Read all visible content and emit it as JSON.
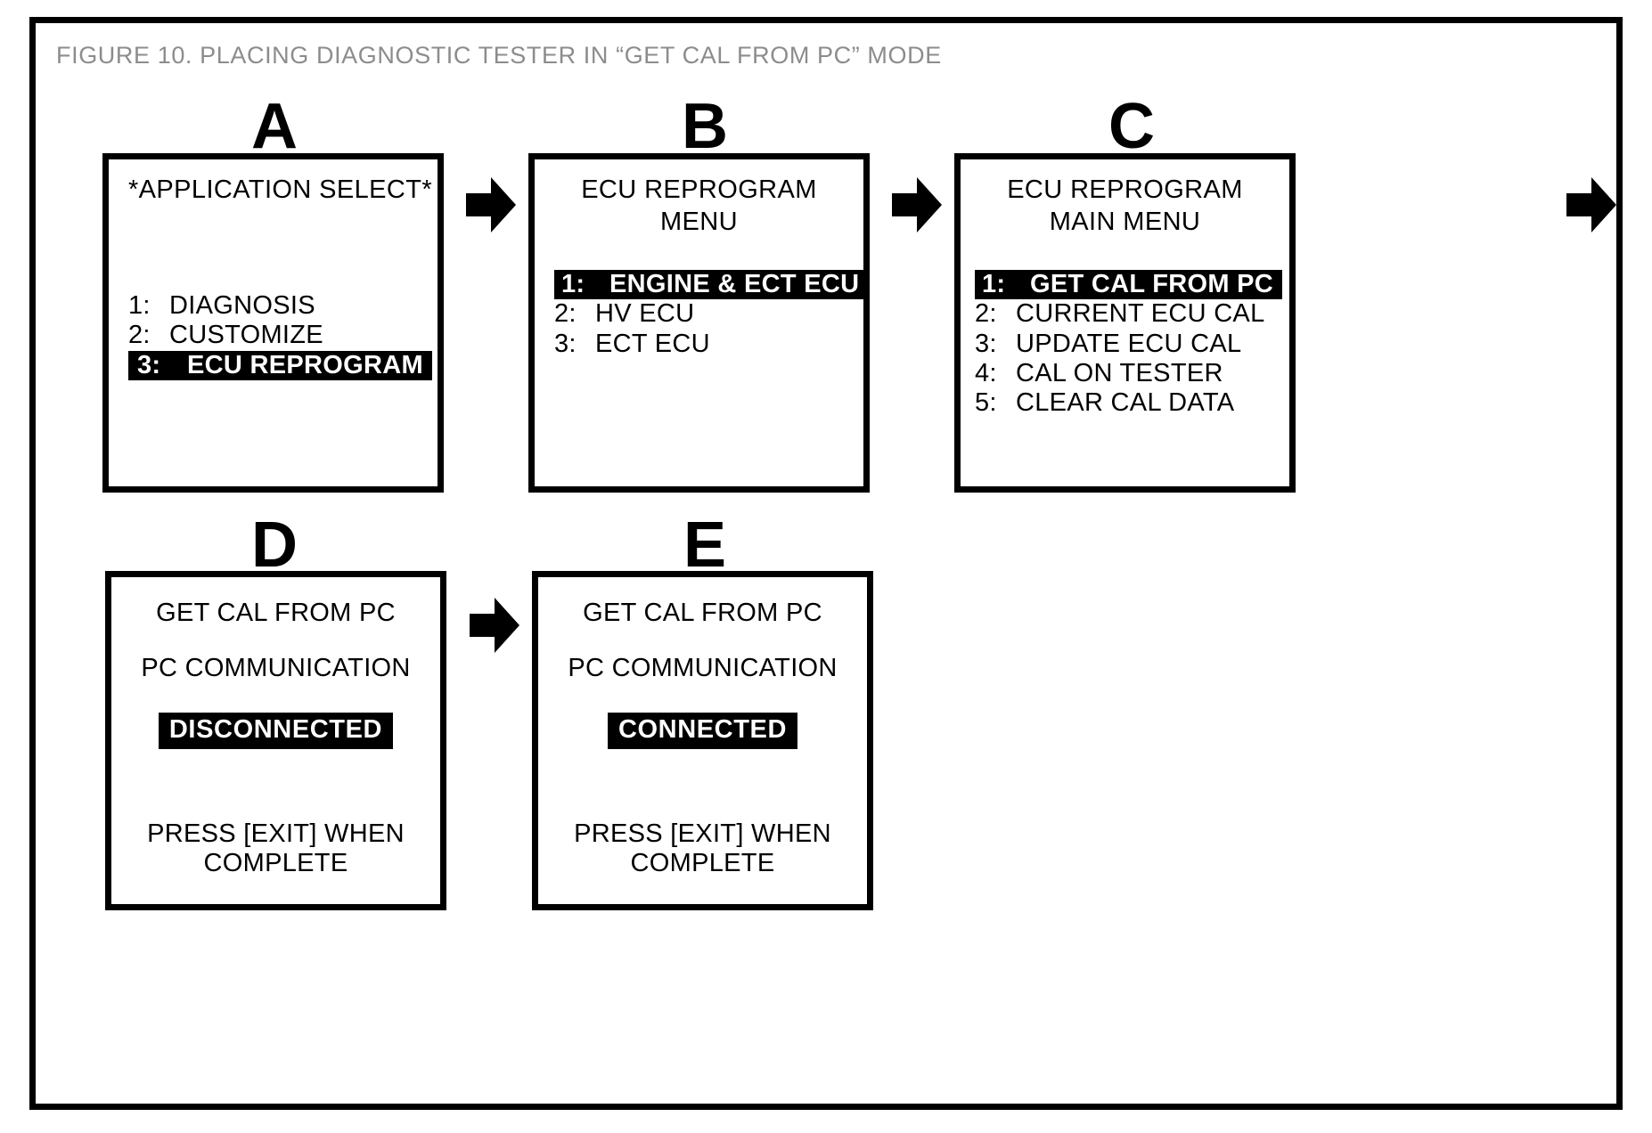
{
  "figure": {
    "title": "FIGURE 10.  PLACING DIAGNOSTIC TESTER IN “GET CAL FROM PC” MODE",
    "title_color": "#8c8c8c",
    "border_color": "#000000",
    "background": "#ffffff"
  },
  "steps": [
    {
      "letter": "A",
      "screen_type": "menu",
      "title_lines": [
        "*APPLICATION SELECT*"
      ],
      "title_align": "left",
      "items": [
        {
          "num": "1:",
          "label": "DIAGNOSIS",
          "selected": false
        },
        {
          "num": "2:",
          "label": "CUSTOMIZE",
          "selected": false
        },
        {
          "num": "3:",
          "label": "ECU REPROGRAM",
          "selected": true
        }
      ]
    },
    {
      "letter": "B",
      "screen_type": "menu",
      "title_lines": [
        "ECU REPROGRAM",
        "MENU"
      ],
      "title_align": "center",
      "items": [
        {
          "num": "1:",
          "label": "ENGINE & ECT ECU",
          "selected": true
        },
        {
          "num": "2:",
          "label": "HV ECU",
          "selected": false
        },
        {
          "num": "3:",
          "label": "ECT ECU",
          "selected": false
        }
      ]
    },
    {
      "letter": "C",
      "screen_type": "menu",
      "title_lines": [
        "ECU REPROGRAM",
        "MAIN MENU"
      ],
      "title_align": "center",
      "items": [
        {
          "num": "1:",
          "label": "GET CAL FROM PC",
          "selected": true
        },
        {
          "num": "2:",
          "label": "CURRENT ECU CAL",
          "selected": false
        },
        {
          "num": "3:",
          "label": "UPDATE ECU CAL",
          "selected": false
        },
        {
          "num": "4:",
          "label": "CAL ON TESTER",
          "selected": false
        },
        {
          "num": "5:",
          "label": "CLEAR CAL DATA",
          "selected": false
        }
      ]
    },
    {
      "letter": "D",
      "screen_type": "status",
      "heading": "GET CAL FROM PC",
      "subheading": "PC COMMUNICATION",
      "status_badge": "DISCONNECTED",
      "footer_line1": "PRESS [EXIT] WHEN",
      "footer_line2": "COMPLETE"
    },
    {
      "letter": "E",
      "screen_type": "status",
      "heading": "GET CAL FROM PC",
      "subheading": "PC COMMUNICATION",
      "status_badge": "CONNECTED",
      "footer_line1": "PRESS [EXIT] WHEN",
      "footer_line2": "COMPLETE"
    }
  ],
  "arrows": [
    {
      "name": "arrow-a-to-b"
    },
    {
      "name": "arrow-b-to-c"
    },
    {
      "name": "arrow-c-to-next"
    },
    {
      "name": "arrow-d-to-e"
    }
  ]
}
